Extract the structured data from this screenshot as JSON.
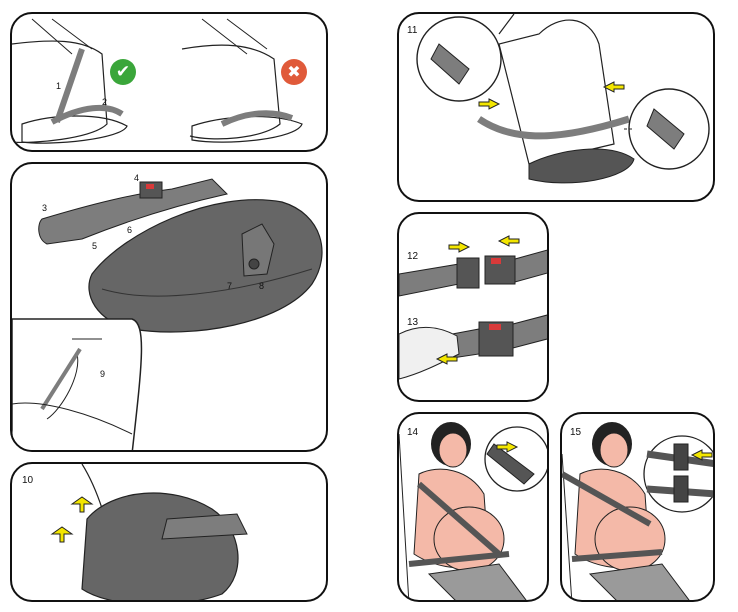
{
  "panel_top": {
    "label_1": "1",
    "label_2": "2",
    "correct_icon": "check-icon",
    "wrong_icon": "cross-icon",
    "ok_color": "#3aa63a",
    "bad_color": "#e05a3a"
  },
  "panel_belt": {
    "label_3": "3",
    "label_4": "4",
    "label_5": "5",
    "label_6": "6",
    "label_7": "7",
    "label_8": "8",
    "label_9": "9"
  },
  "panel_10": {
    "step": "10"
  },
  "panel_11": {
    "step": "11"
  },
  "panel_12_13": {
    "step_12": "12",
    "step_13": "13"
  },
  "panel_14": {
    "step": "14"
  },
  "panel_15": {
    "step": "15"
  },
  "colors": {
    "belt": "#7d7d7d",
    "pad": "#666666",
    "arrow": "#f3e600",
    "buckle_red": "#d83a3a",
    "skin": "#f4b9a8",
    "hair": "#222222",
    "legs": "#9a9a9a"
  }
}
